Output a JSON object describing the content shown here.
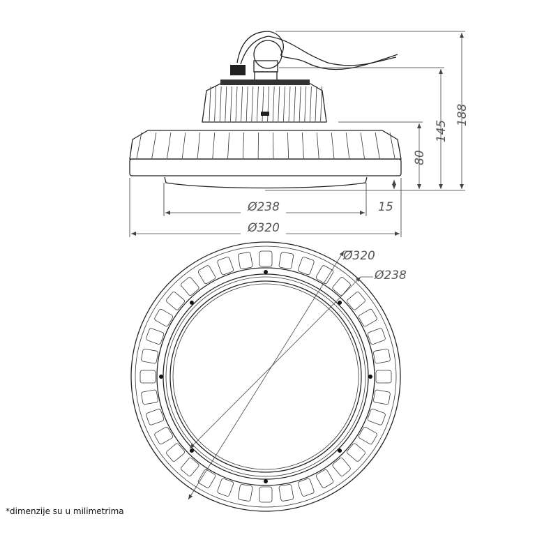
{
  "side_view": {
    "dimensions": {
      "overall_height": "188",
      "body_height": "145",
      "housing_height": "80",
      "lens_height": "15",
      "lens_diameter": "Ø238",
      "housing_diameter": "Ø320"
    }
  },
  "bottom_view": {
    "dimensions": {
      "outer_diameter": "Ø320",
      "lens_diameter": "Ø238"
    }
  },
  "footnote": "*dimenzije su u milimetrima"
}
